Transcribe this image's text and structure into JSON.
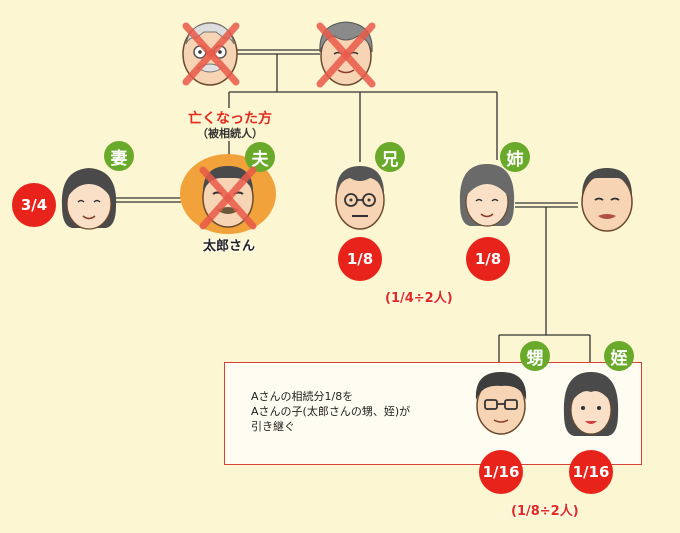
{
  "diagram": {
    "deceased_title": "亡くなった方",
    "deceased_subtitle": "（被相続人）",
    "taro_label": "太郎さん",
    "relations": {
      "wife": "妻",
      "husband": "夫",
      "older_brother": "兄",
      "older_sister": "姉",
      "nephew": "甥",
      "niece": "姪"
    },
    "shares": {
      "wife": "3/4",
      "brother": "1/8",
      "sister": "1/8",
      "nephew": "1/16",
      "niece": "1/16"
    },
    "notes": {
      "sibling_calc": "(1/4÷2人)",
      "child_calc": "(1/8÷2人)"
    },
    "box_text": [
      "Aさんの相続分1/8を",
      "Aさんの子(太郎さんの甥、姪)が",
      "引き継ぐ"
    ],
    "colors": {
      "background": "#fdf6d2",
      "relation_badge": "#6aaa2a",
      "share_badge": "#e8231b",
      "deceased_ring": "#f2a23a",
      "cross": "#e85a4a",
      "box_border": "#d8403a"
    }
  }
}
